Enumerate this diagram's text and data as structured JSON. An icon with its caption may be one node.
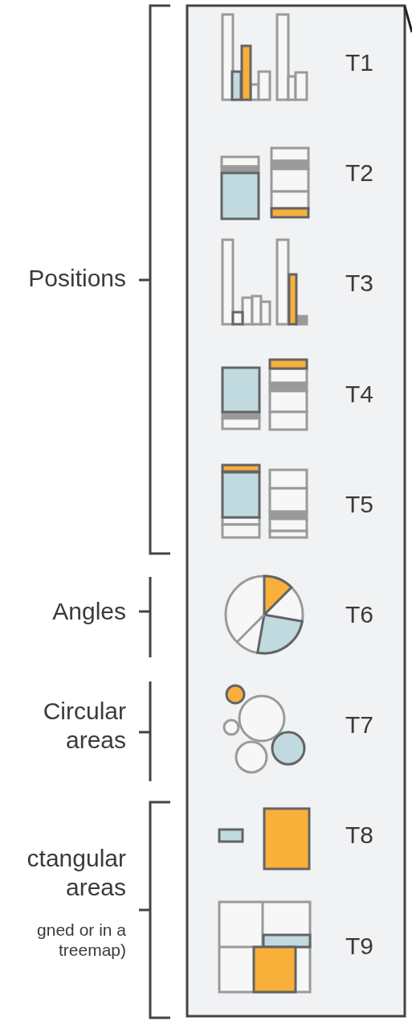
{
  "diagram": {
    "labels": [
      "Positions",
      "Angles",
      "Circular areas",
      "ctangular areas",
      "gned or in a treemap)",
      "T1",
      "T2",
      "T3",
      "T4",
      "T5",
      "T6",
      "T7",
      "T8",
      "T9"
    ]
  }
}
